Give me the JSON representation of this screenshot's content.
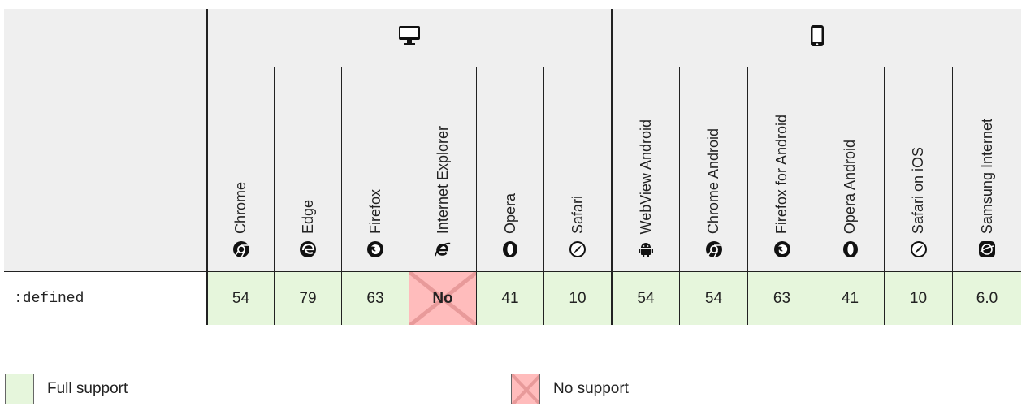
{
  "groups": [
    {
      "id": "desktop",
      "icon": "desktop-monitor-icon"
    },
    {
      "id": "mobile",
      "icon": "mobile-phone-icon"
    }
  ],
  "browsers": [
    {
      "name": "Chrome",
      "icon": "chrome-icon",
      "group": "desktop"
    },
    {
      "name": "Edge",
      "icon": "edge-icon",
      "group": "desktop"
    },
    {
      "name": "Firefox",
      "icon": "firefox-icon",
      "group": "desktop"
    },
    {
      "name": "Internet Explorer",
      "icon": "internet-explorer-icon",
      "group": "desktop"
    },
    {
      "name": "Opera",
      "icon": "opera-icon",
      "group": "desktop"
    },
    {
      "name": "Safari",
      "icon": "safari-icon",
      "group": "desktop"
    },
    {
      "name": "WebView Android",
      "icon": "android-icon",
      "group": "mobile"
    },
    {
      "name": "Chrome Android",
      "icon": "chrome-icon",
      "group": "mobile"
    },
    {
      "name": "Firefox for Android",
      "icon": "firefox-icon",
      "group": "mobile"
    },
    {
      "name": "Opera Android",
      "icon": "opera-icon",
      "group": "mobile"
    },
    {
      "name": "Safari on iOS",
      "icon": "safari-icon",
      "group": "mobile"
    },
    {
      "name": "Samsung Internet",
      "icon": "samsung-internet-icon",
      "group": "mobile"
    }
  ],
  "feature": {
    "name": ":defined",
    "support": [
      {
        "value": "54",
        "status": "full"
      },
      {
        "value": "79",
        "status": "full"
      },
      {
        "value": "63",
        "status": "full"
      },
      {
        "value": "No",
        "status": "no"
      },
      {
        "value": "41",
        "status": "full"
      },
      {
        "value": "10",
        "status": "full"
      },
      {
        "value": "54",
        "status": "full"
      },
      {
        "value": "54",
        "status": "full"
      },
      {
        "value": "63",
        "status": "full"
      },
      {
        "value": "41",
        "status": "full"
      },
      {
        "value": "10",
        "status": "full"
      },
      {
        "value": "6.0",
        "status": "full"
      }
    ]
  },
  "legend": {
    "full_label": "Full support",
    "no_label": "No support"
  },
  "colors": {
    "full_support": "#e6f6dc",
    "no_support": "#ffbcbc",
    "header_bg": "#efefef",
    "border": "#222222"
  }
}
